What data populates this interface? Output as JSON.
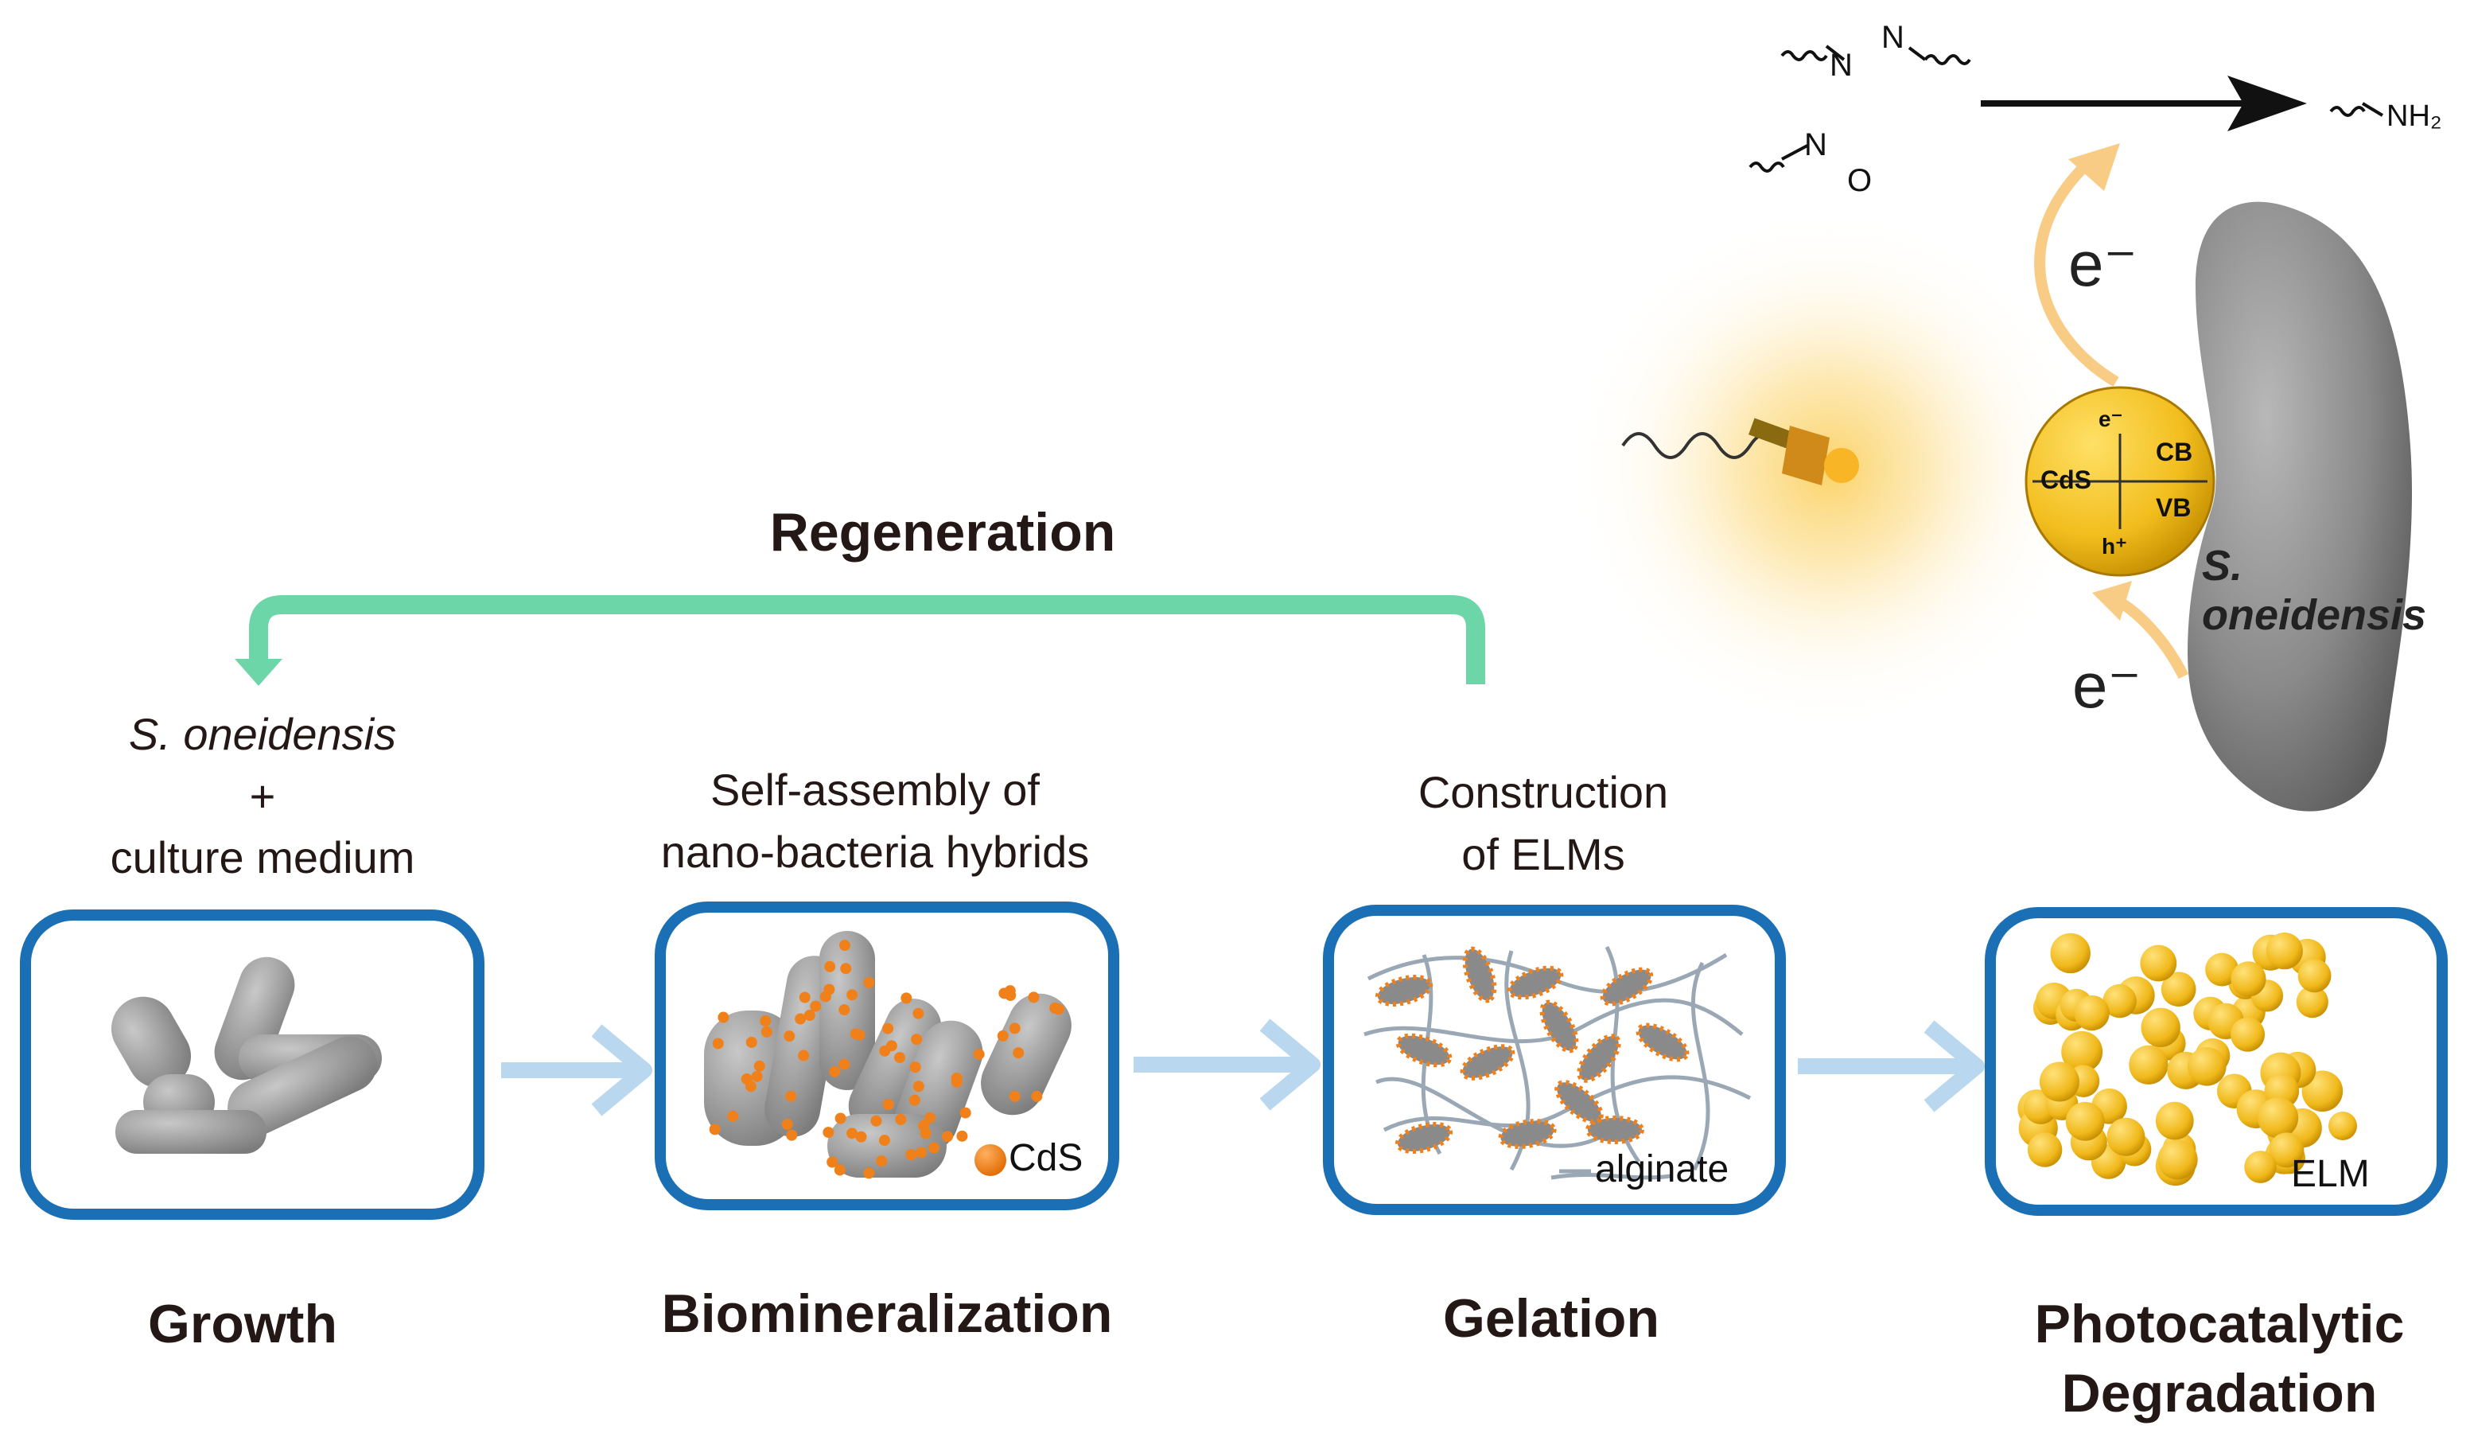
{
  "regeneration": "Regeneration",
  "growth": {
    "caption_line1": "S. oneidensis",
    "caption_line2": "+",
    "caption_line3": "culture medium",
    "title": "Growth"
  },
  "biomineralization": {
    "caption_line1": "Self-assembly of",
    "caption_line2": "nano-bacteria hybrids",
    "title": "Biomineralization",
    "legend": "CdS"
  },
  "gelation": {
    "caption_line1": "Construction",
    "caption_line2": "of ELMs",
    "title": "Gelation",
    "legend": "alginate"
  },
  "photocatalytic": {
    "title_line1": "Photocatalytic",
    "title_line2": "Degradation",
    "legend": "ELM"
  },
  "mechanism": {
    "n1": "N",
    "n2": "N",
    "nitroso_n": "N",
    "nitroso_o": "O",
    "product": "NH₂",
    "electron": "e⁻",
    "electron_top": "e",
    "electron_bottom": "e",
    "sup_minus": "-",
    "cds": "CdS",
    "cb": "CB",
    "vb": "VB",
    "hole": "h⁺",
    "bacterium": "S. oneidensis"
  },
  "colors": {
    "box_border": "#1a6fb5",
    "flow_arrow": "#b9d7ee",
    "regeneration_arrow": "#6dd6a8",
    "cds_particle": "#f08019",
    "elm_bead": "#f2be1e",
    "bacterium": "#8a8a8a",
    "electron_arrow": "#f9cc85"
  }
}
